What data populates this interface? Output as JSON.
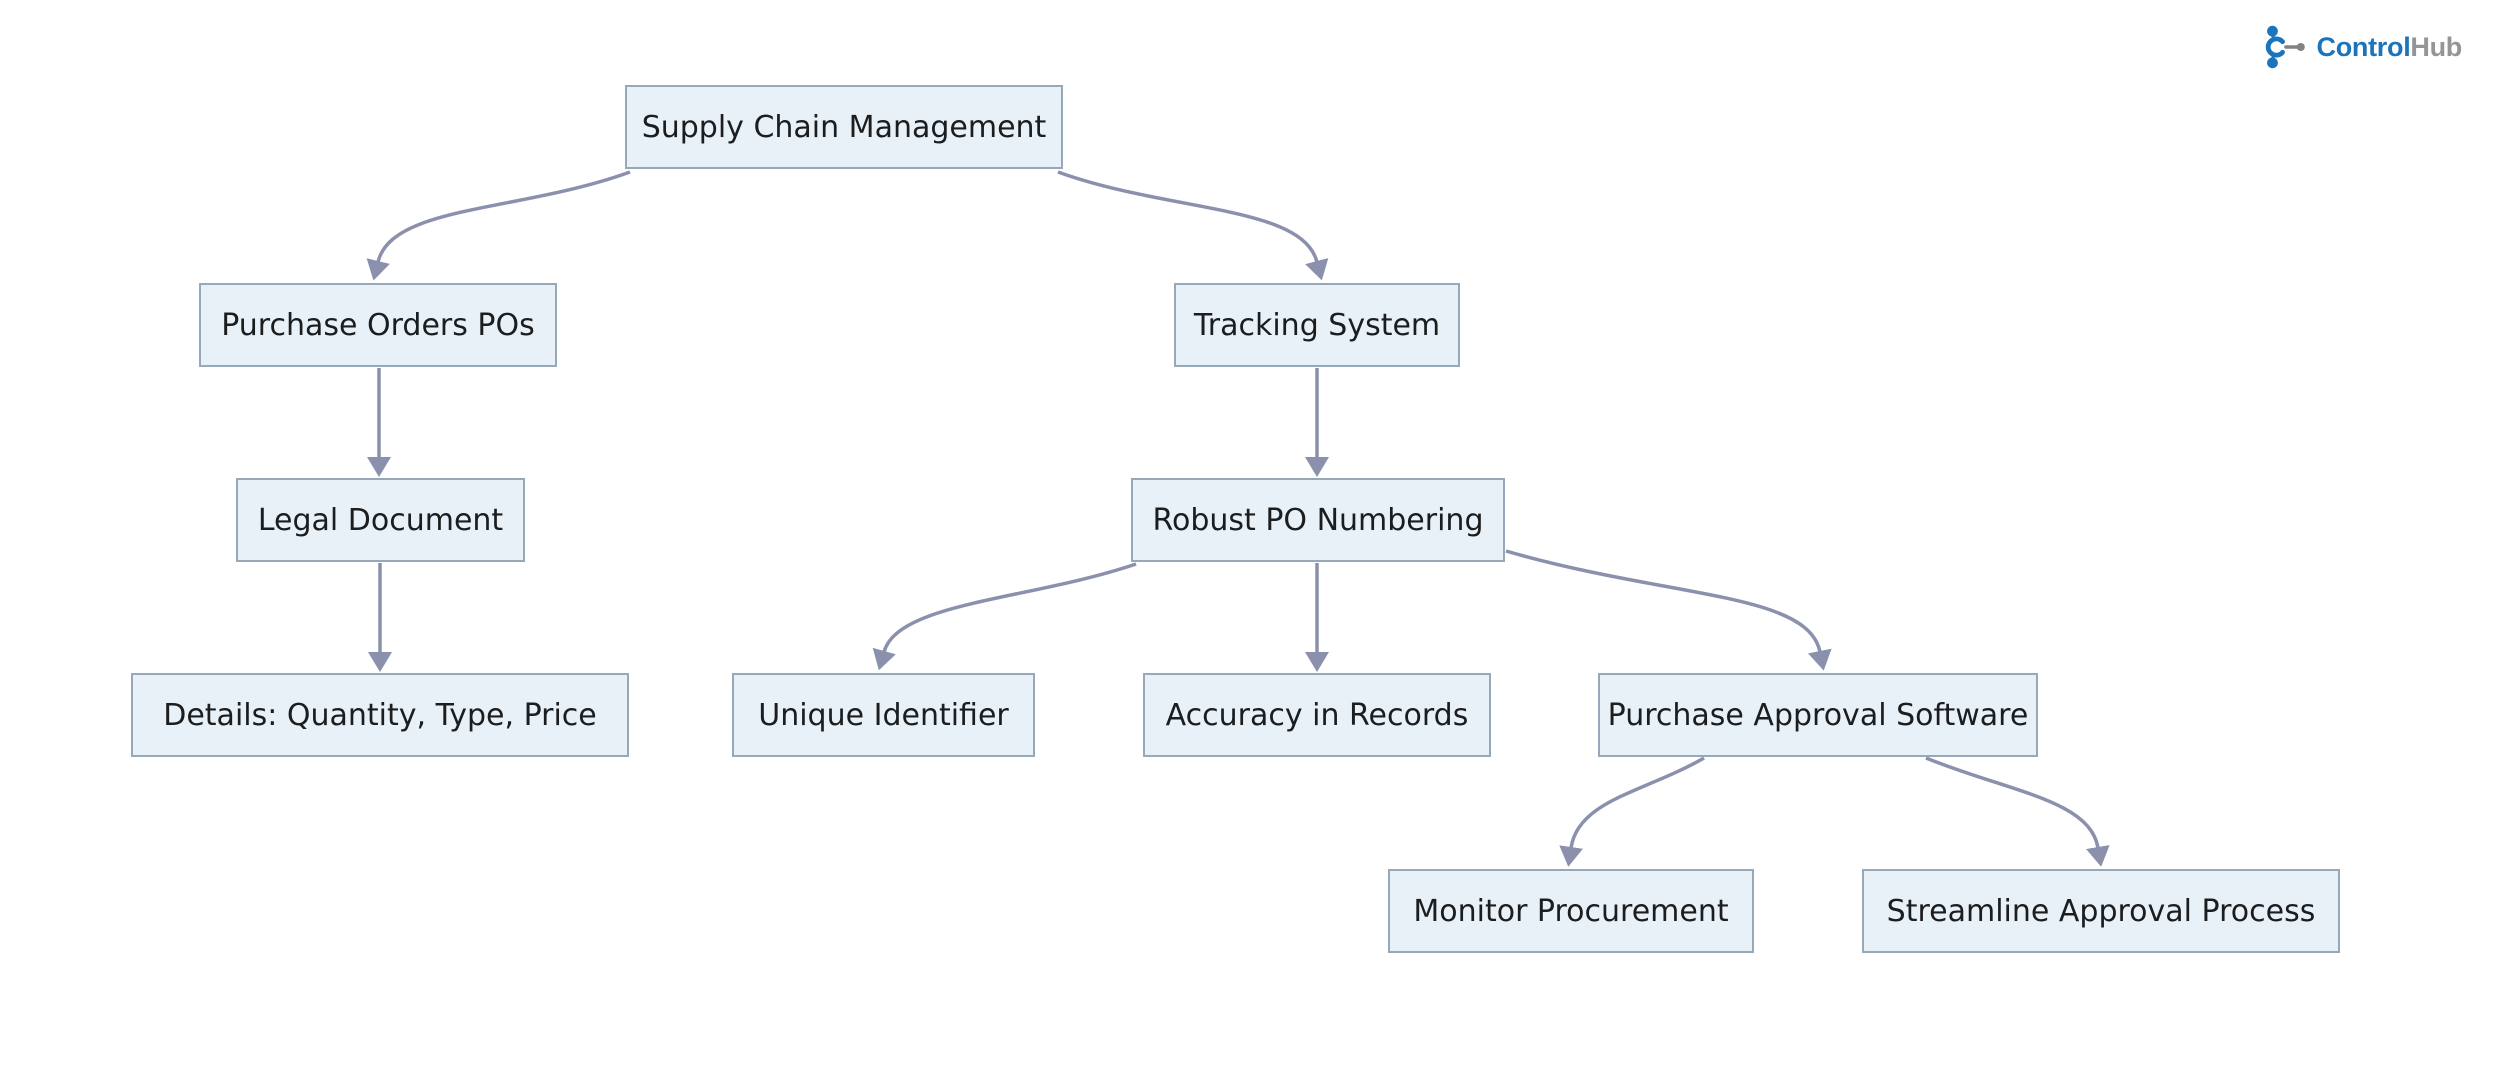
{
  "page": {
    "background": "#ffffff"
  },
  "logo": {
    "brand_primary": "Control",
    "brand_secondary": "Hub",
    "primary_color": "#1b75bc",
    "secondary_color": "#939598"
  },
  "diagram": {
    "type": "flowchart",
    "colors": {
      "node_fill": "#e9f1f8",
      "node_border": "#97a9b8",
      "edge": "#8b90ac",
      "text": "#1b1d1e"
    },
    "nodes": [
      {
        "id": "scm",
        "label": "Supply Chain Management"
      },
      {
        "id": "po",
        "label": "Purchase Orders POs"
      },
      {
        "id": "tracking",
        "label": "Tracking System"
      },
      {
        "id": "legal",
        "label": "Legal Document"
      },
      {
        "id": "robust",
        "label": "Robust PO Numbering"
      },
      {
        "id": "details",
        "label": "Details: Quantity, Type, Price"
      },
      {
        "id": "unique",
        "label": "Unique Identifier"
      },
      {
        "id": "accuracy",
        "label": "Accuracy in Records"
      },
      {
        "id": "pas",
        "label": "Purchase Approval Software"
      },
      {
        "id": "monitor",
        "label": "Monitor Procurement"
      },
      {
        "id": "streamline",
        "label": "Streamline Approval Process"
      }
    ],
    "edges": [
      {
        "from": "Supply Chain Management",
        "to": "Purchase Orders POs"
      },
      {
        "from": "Supply Chain Management",
        "to": "Tracking System"
      },
      {
        "from": "Purchase Orders POs",
        "to": "Legal Document"
      },
      {
        "from": "Legal Document",
        "to": "Details: Quantity, Type, Price"
      },
      {
        "from": "Tracking System",
        "to": "Robust PO Numbering"
      },
      {
        "from": "Robust PO Numbering",
        "to": "Unique Identifier"
      },
      {
        "from": "Robust PO Numbering",
        "to": "Accuracy in Records"
      },
      {
        "from": "Robust PO Numbering",
        "to": "Purchase Approval Software"
      },
      {
        "from": "Purchase Approval Software",
        "to": "Monitor Procurement"
      },
      {
        "from": "Purchase Approval Software",
        "to": "Streamline Approval Process"
      }
    ]
  }
}
